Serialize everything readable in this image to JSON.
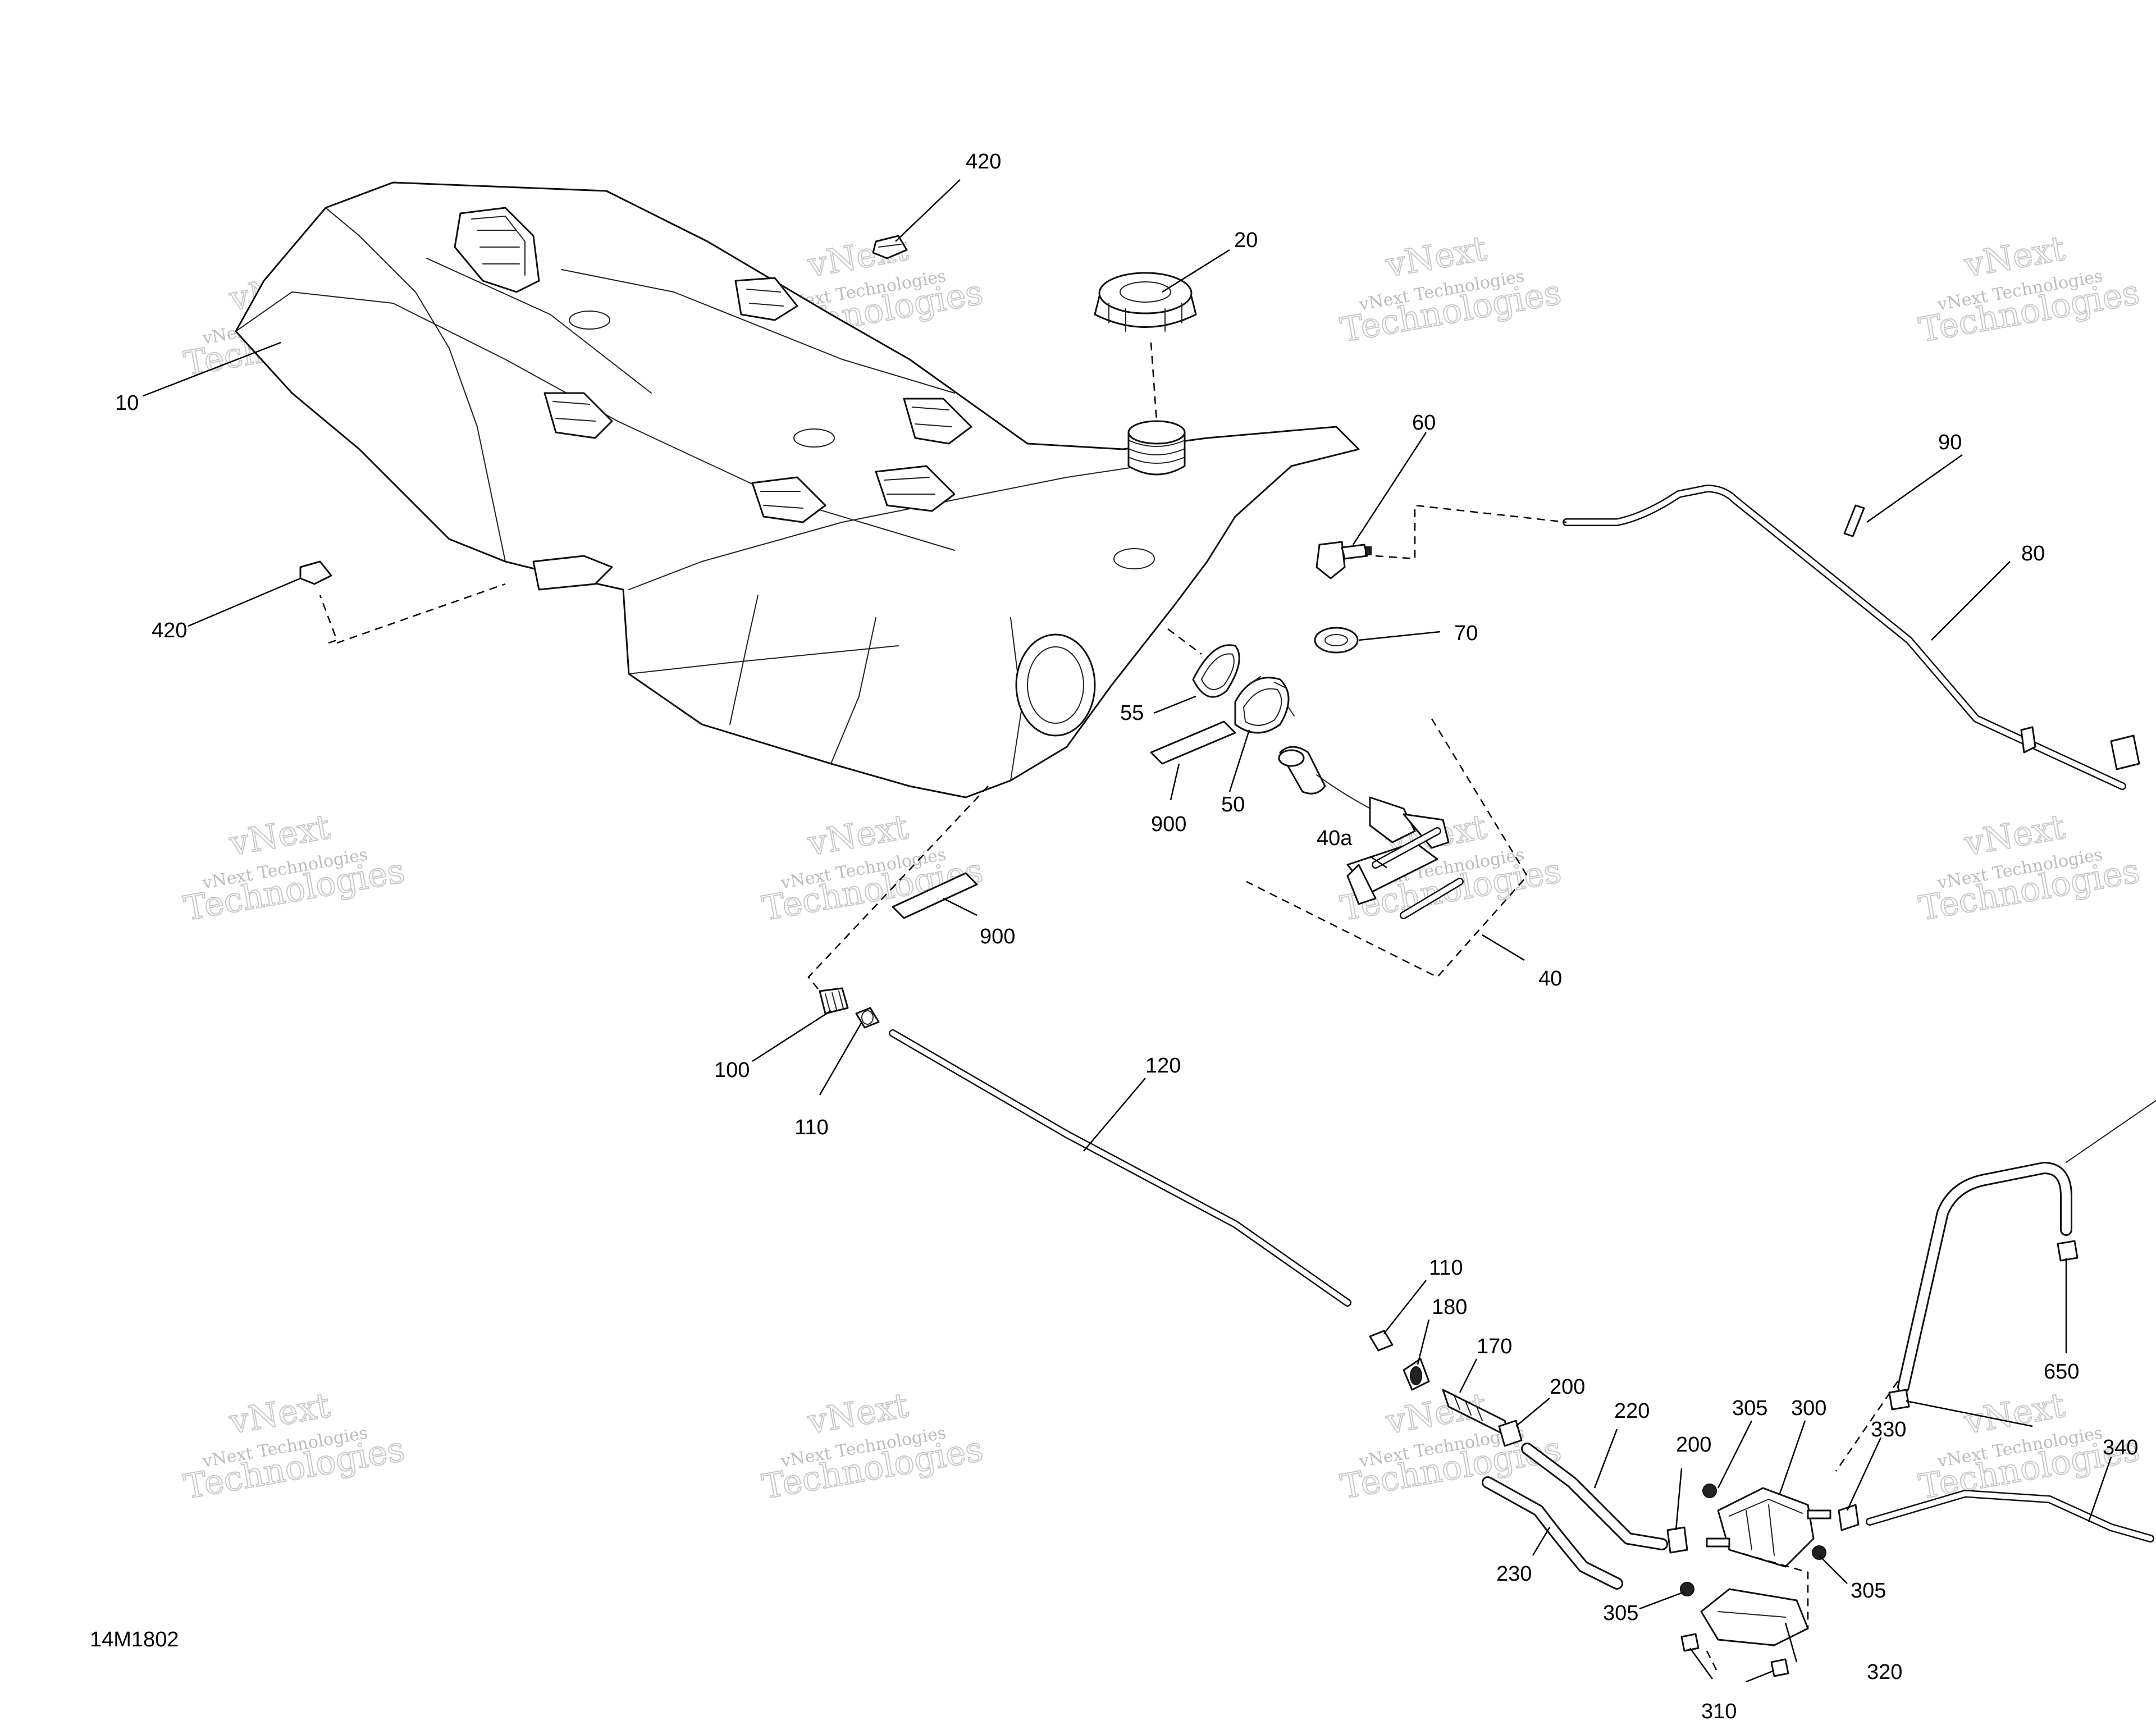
{
  "diagram_code": "14M1802",
  "watermark": {
    "line1": "vNext",
    "line2": "vNext Technologies",
    "line3": "Technologies"
  },
  "callouts": {
    "p10": "10",
    "p20": "20",
    "p40": "40",
    "p40a": "40a",
    "p50": "50",
    "p55": "55",
    "p60": "60",
    "p70": "70",
    "p80": "80",
    "p90": "90",
    "p100": "100",
    "p110_top": "110",
    "p110_bottom": "110",
    "p120": "120",
    "p170": "170",
    "p180": "180",
    "p200_left": "200",
    "p200_right": "200",
    "p220": "220",
    "p230": "230",
    "p300": "300",
    "p305_top": "305",
    "p305_right": "305",
    "p305_left": "305",
    "p310": "310",
    "p320": "320",
    "p330": "330",
    "p340": "340",
    "p420_top": "420",
    "p420_left": "420",
    "p650": "650",
    "p900_top": "900",
    "p900_bottom": "900"
  }
}
